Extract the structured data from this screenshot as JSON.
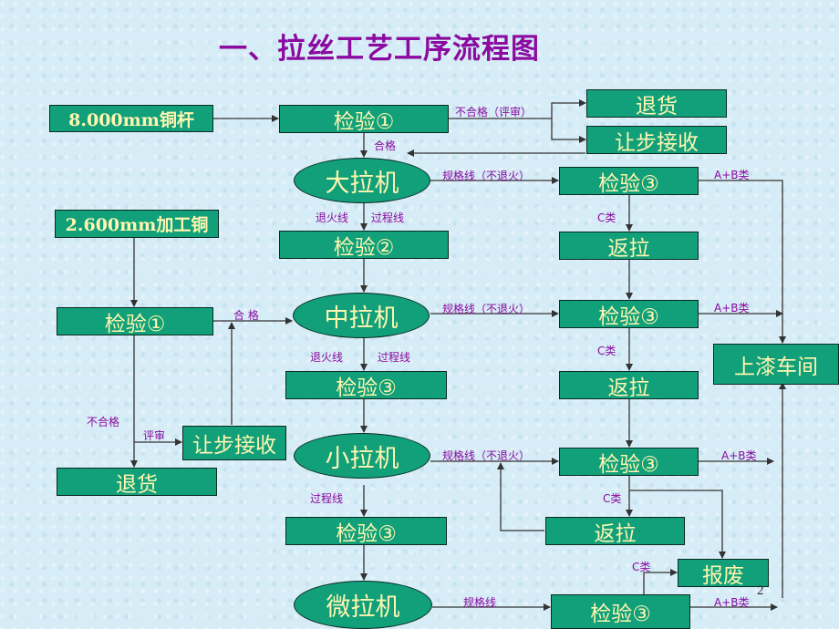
{
  "title": "一、拉丝工艺工序流程图",
  "nodes": {
    "input_rod": "8.000mm铜杆",
    "input_copper": "2.600mm加工铜",
    "inspect1_top": "检验①",
    "return_goods_top": "退货",
    "concession_top": "让步接收",
    "big_drawing": "大拉机",
    "inspect2": "检验②",
    "inspect3_r1": "检验③",
    "redraw_r1": "返拉",
    "inspect1_left": "检验①",
    "mid_drawing": "中拉机",
    "inspect3_mid": "检验③",
    "inspect3_r2": "检验③",
    "redraw_r2": "返拉",
    "paint_shop": "上漆车间",
    "concession_left": "让步接收",
    "return_goods_left": "退货",
    "small_drawing": "小拉机",
    "inspect3_r3": "检验③",
    "inspect3_small": "检验③",
    "redraw_r3": "返拉",
    "scrap": "报废",
    "micro_drawing": "微拉机",
    "inspect3_micro": "检验③"
  },
  "labels": {
    "unqualified_review": "不合格（评审）",
    "qualified_top": "合格",
    "spec_no_anneal_1": "规格线（不退火）",
    "ab_class_1": "A+B类",
    "annealed_1": "退火线",
    "process_1": "过程线",
    "c_class_1": "C类",
    "qualified_left": "合 格",
    "spec_no_anneal_2": "规格线（不退火）",
    "ab_class_2": "A+B类",
    "annealed_2": "退火线",
    "process_2": "过程线",
    "c_class_2": "C类",
    "unqualified_left": "不合格",
    "review_left": "评审",
    "spec_no_anneal_3": "规格线（不退火）",
    "ab_class_3": "A+B类",
    "c_class_3": "C类",
    "process_3": "过程线",
    "c_class_4": "C类",
    "spec_line_micro": "规格线",
    "ab_class_4": "A+B类"
  },
  "page_number": "2",
  "colors": {
    "box_fill": "#11a07a",
    "box_text": "#fff6b0",
    "label_text": "#8b0aa0",
    "title_text": "#8b0aa0",
    "background": "#d6ecf6"
  }
}
